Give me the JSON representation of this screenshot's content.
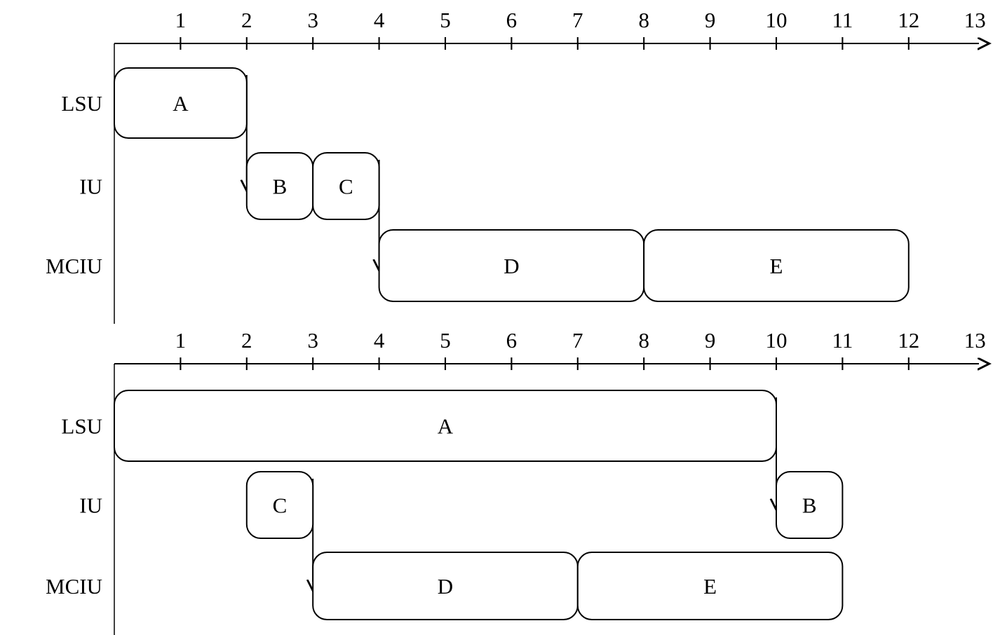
{
  "figure": {
    "type": "gantt-schedule-diagram",
    "charts": [
      {
        "id": "chart-top",
        "axis": {
          "label": "",
          "ticks": [
            "1",
            "2",
            "3",
            "4",
            "5",
            "6",
            "7",
            "8",
            "9",
            "10",
            "11",
            "12",
            "13"
          ],
          "tick_values": [
            1,
            2,
            3,
            4,
            5,
            6,
            7,
            8,
            9,
            10,
            11,
            12,
            13
          ],
          "min": 0,
          "max": 13,
          "arrow_end": true
        },
        "rows": [
          {
            "label": "LSU"
          },
          {
            "label": "IU"
          },
          {
            "label": "MCIU"
          }
        ],
        "tasks": [
          {
            "label": "A",
            "row": 0,
            "start": 0,
            "end": 2
          },
          {
            "label": "B",
            "row": 1,
            "start": 2,
            "end": 3
          },
          {
            "label": "C",
            "row": 1,
            "start": 3,
            "end": 4
          },
          {
            "label": "D",
            "row": 2,
            "start": 4,
            "end": 8
          },
          {
            "label": "E",
            "row": 2,
            "start": 8,
            "end": 12
          }
        ],
        "dependencies": [
          {
            "from": "A",
            "to": "B",
            "at": 2
          },
          {
            "from": "C",
            "to": "D",
            "at": 4
          }
        ]
      },
      {
        "id": "chart-bottom",
        "axis": {
          "label": "",
          "ticks": [
            "1",
            "2",
            "3",
            "4",
            "5",
            "6",
            "7",
            "8",
            "9",
            "10",
            "11",
            "12",
            "13"
          ],
          "tick_values": [
            1,
            2,
            3,
            4,
            5,
            6,
            7,
            8,
            9,
            10,
            11,
            12,
            13
          ],
          "min": 0,
          "max": 13,
          "arrow_end": true
        },
        "rows": [
          {
            "label": "LSU"
          },
          {
            "label": "IU"
          },
          {
            "label": "MCIU"
          }
        ],
        "tasks": [
          {
            "label": "A",
            "row": 0,
            "start": 0,
            "end": 10
          },
          {
            "label": "C",
            "row": 1,
            "start": 2,
            "end": 3
          },
          {
            "label": "B",
            "row": 1,
            "start": 10,
            "end": 11
          },
          {
            "label": "D",
            "row": 2,
            "start": 3,
            "end": 7
          },
          {
            "label": "E",
            "row": 2,
            "start": 7,
            "end": 11
          }
        ],
        "dependencies": [
          {
            "from": "A",
            "to": "B",
            "at": 10
          },
          {
            "from": "C",
            "to": "D",
            "at": 3
          }
        ]
      }
    ],
    "colors": {
      "stroke": "#000000",
      "box_fill": "#ffffff",
      "background": "#ffffff"
    }
  },
  "chart_data": {
    "type": "bar",
    "title": "",
    "xlabel": "",
    "ylabel": "",
    "xlim": [
      0,
      13
    ],
    "grid": false,
    "legend": "none",
    "subcharts": [
      {
        "name": "chart-top",
        "categories": [
          "LSU",
          "IU",
          "MCIU"
        ],
        "bars": [
          {
            "label": "A",
            "category": "LSU",
            "start": 0,
            "end": 2,
            "duration": 2
          },
          {
            "label": "B",
            "category": "IU",
            "start": 2,
            "end": 3,
            "duration": 1
          },
          {
            "label": "C",
            "category": "IU",
            "start": 3,
            "end": 4,
            "duration": 1
          },
          {
            "label": "D",
            "category": "MCIU",
            "start": 4,
            "end": 8,
            "duration": 4
          },
          {
            "label": "E",
            "category": "MCIU",
            "start": 8,
            "end": 12,
            "duration": 4
          }
        ],
        "arrows": [
          {
            "from": "A",
            "to": "B",
            "time": 2
          },
          {
            "from": "C",
            "to": "D",
            "time": 4
          }
        ],
        "makespan": 12
      },
      {
        "name": "chart-bottom",
        "categories": [
          "LSU",
          "IU",
          "MCIU"
        ],
        "bars": [
          {
            "label": "A",
            "category": "LSU",
            "start": 0,
            "end": 10,
            "duration": 10
          },
          {
            "label": "C",
            "category": "IU",
            "start": 2,
            "end": 3,
            "duration": 1
          },
          {
            "label": "B",
            "category": "IU",
            "start": 10,
            "end": 11,
            "duration": 1
          },
          {
            "label": "D",
            "category": "MCIU",
            "start": 3,
            "end": 7,
            "duration": 4
          },
          {
            "label": "E",
            "category": "MCIU",
            "start": 7,
            "end": 11,
            "duration": 4
          }
        ],
        "arrows": [
          {
            "from": "A",
            "to": "B",
            "time": 10
          },
          {
            "from": "C",
            "to": "D",
            "time": 3
          }
        ],
        "makespan": 11
      }
    ]
  }
}
